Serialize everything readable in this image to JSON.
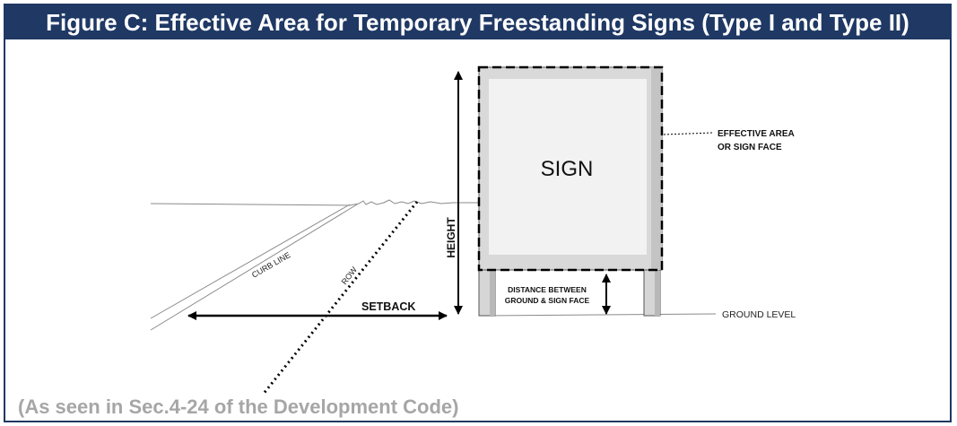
{
  "title": "Figure C: Effective Area for Temporary Freestanding Signs (Type I and Type II)",
  "caption": "(As seen in Sec.4-24 of the Development Code)",
  "labels": {
    "sign": "SIGN",
    "effective_area_line1": "EFFECTIVE AREA",
    "effective_area_line2": "OR SIGN FACE",
    "height": "HEIGHT",
    "distance_line1": "DISTANCE BETWEEN",
    "distance_line2": "GROUND & SIGN FACE",
    "ground_level": "GROUND LEVEL",
    "setback": "SETBACK",
    "curb_line": "CURB LINE",
    "row": "ROW"
  }
}
